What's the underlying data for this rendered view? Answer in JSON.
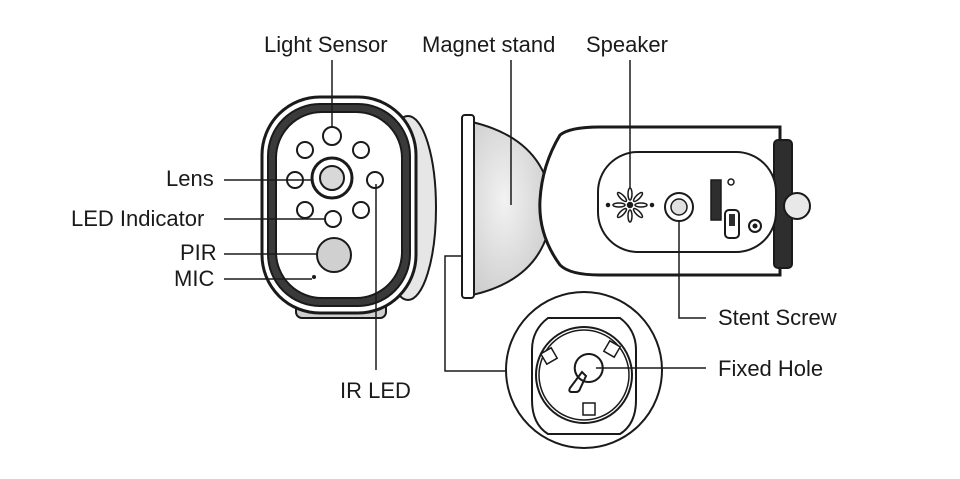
{
  "labels": {
    "light_sensor": "Light Sensor",
    "magnet_stand": "Magnet stand",
    "speaker": "Speaker",
    "lens": "Lens",
    "led_indicator": "LED Indicator",
    "pir": "PIR",
    "mic": "MIC",
    "ir_led": "IR LED",
    "stent_screw": "Stent Screw",
    "fixed_hole": "Fixed Hole"
  },
  "colors": {
    "stroke": "#1a1a1a",
    "body_fill": "#ffffff",
    "shade": "#d9d9d9",
    "text": "#1a1a1a"
  }
}
